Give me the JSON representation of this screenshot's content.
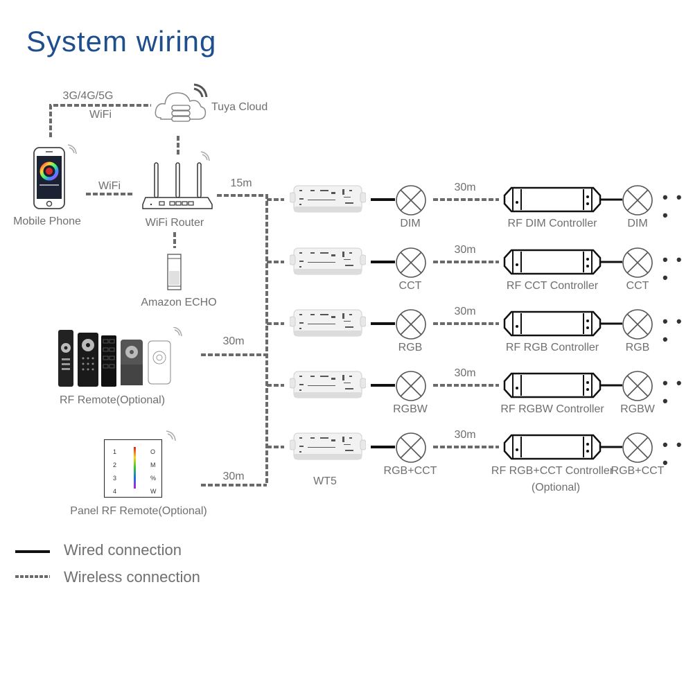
{
  "title": "System wiring",
  "cloud": {
    "label": "Tuya Cloud",
    "icon": "cloud-server-icon"
  },
  "phone": {
    "label": "Mobile Phone",
    "icon": "smartphone-icon"
  },
  "router": {
    "label": "WiFi Router",
    "icon": "wifi-router-icon"
  },
  "echo": {
    "label": "Amazon ECHO",
    "icon": "smart-speaker-icon"
  },
  "rf_remote": {
    "label": "RF Remote(Optional)",
    "icon": "remote-controls-icon"
  },
  "panel_remote": {
    "label": "Panel RF Remote(Optional)",
    "icon": "wall-panel-remote-icon",
    "left_keys": [
      "1",
      "2",
      "3",
      "4"
    ],
    "right_keys": [
      "O",
      "M",
      "%",
      "W"
    ]
  },
  "links": {
    "phone_cloud_top": "3G/4G/5G",
    "phone_cloud_bottom": "WiFi",
    "phone_router": "WiFi",
    "router_bus": "15m",
    "rf_remote_bus": "30m",
    "panel_bus": "30m"
  },
  "main_controller": {
    "label": "WT5",
    "icon": "wifi-controller-icon"
  },
  "rows": [
    {
      "light": "DIM",
      "distance": "30m",
      "controller": "RF DIM Controller",
      "controller_note": "",
      "end_light": "DIM"
    },
    {
      "light": "CCT",
      "distance": "30m",
      "controller": "RF CCT Controller",
      "controller_note": "",
      "end_light": "CCT"
    },
    {
      "light": "RGB",
      "distance": "30m",
      "controller": "RF RGB Controller",
      "controller_note": "",
      "end_light": "RGB"
    },
    {
      "light": "RGBW",
      "distance": "30m",
      "controller": "RF RGBW Controller",
      "controller_note": "",
      "end_light": "RGBW"
    },
    {
      "light": "RGB+CCT",
      "distance": "30m",
      "controller": "RF RGB+CCT Controller",
      "controller_note": "(Optional)",
      "end_light": "RGB+CCT"
    }
  ],
  "continuation": "• • •",
  "legend": {
    "wired": "Wired connection",
    "wireless": "Wireless connection"
  },
  "colors": {
    "title": "#1f4e8c",
    "wire": "#111111",
    "wireless": "#6a6a6a",
    "label": "#6f6f6f"
  }
}
